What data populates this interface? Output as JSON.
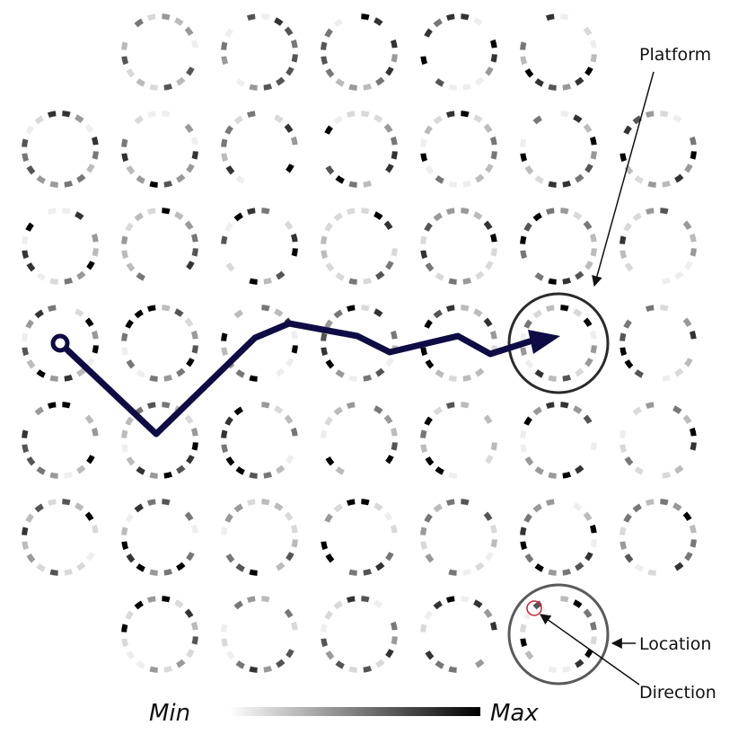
{
  "annotations": {
    "platform": "Platform",
    "location": "Location",
    "direction": "Direction"
  },
  "legend": {
    "min_label": "Min",
    "max_label": "Max"
  },
  "colors": {
    "path": "#0f0b44",
    "ring": "#2b2b2b",
    "ring_light": "#555555",
    "direction_marker": "#cc2233",
    "segment_light": "#e6e6e6",
    "segment_dark": "#000000"
  },
  "grid": {
    "rows": 7,
    "cols": 7,
    "missing_cells": [
      "0-0",
      "0-6",
      "6-0",
      "6-6"
    ]
  },
  "path_points": [
    [
      0,
      3.0
    ],
    [
      1.0,
      4.0
    ],
    [
      2.0,
      3.0
    ],
    [
      2.4,
      3.1
    ],
    [
      3.0,
      3.0
    ],
    [
      3.5,
      2.9
    ],
    [
      4.0,
      2.9
    ],
    [
      4.5,
      2.95
    ],
    [
      5.0,
      3.0
    ]
  ]
}
